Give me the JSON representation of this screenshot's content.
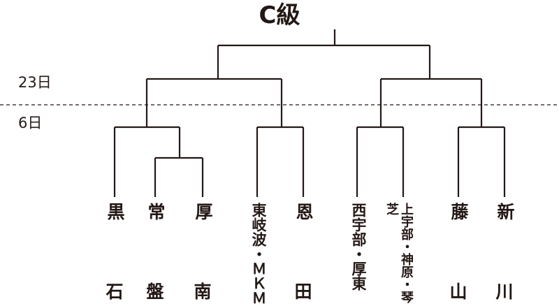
{
  "title": "C級",
  "day_labels": {
    "round_23": "23日",
    "round_6": "6日"
  },
  "teams": [
    {
      "top": "黒",
      "bottom": "石"
    },
    {
      "top": "常",
      "bottom": "盤"
    },
    {
      "top": "厚",
      "bottom": "南"
    },
    {
      "top": "東岐波・ＭＫＭ",
      "bottom": ""
    },
    {
      "top": "恩",
      "bottom": "田"
    },
    {
      "top": "西宇部・厚東",
      "bottom": ""
    },
    {
      "top": "上宇部・神原・琴芝",
      "bottom": ""
    },
    {
      "top": "藤",
      "bottom": "山"
    },
    {
      "top": "新",
      "bottom": "川"
    }
  ],
  "colors": {
    "line": "#231815",
    "background": "#ffffff"
  }
}
